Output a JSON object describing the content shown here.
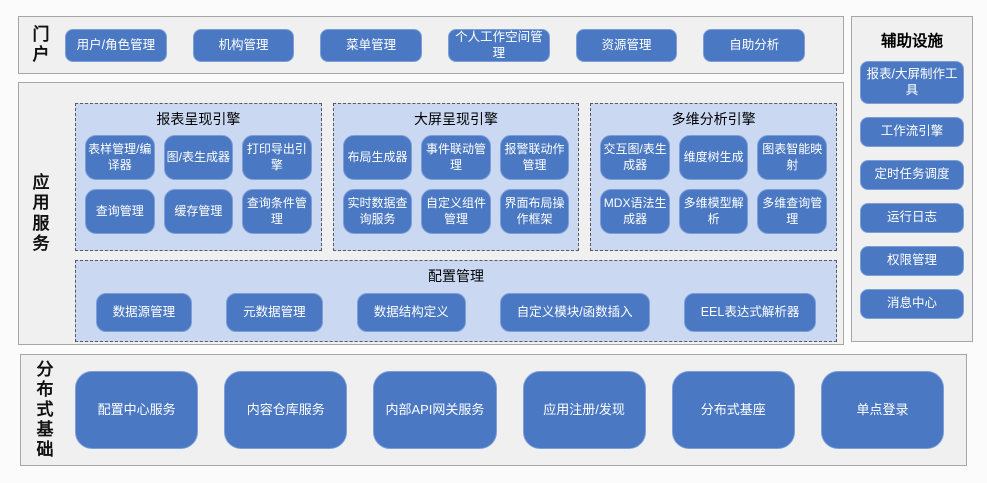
{
  "portal": {
    "label": "门户",
    "buttons": [
      "用户/角色管理",
      "机构管理",
      "菜单管理",
      "个人工作空间管理",
      "资源管理",
      "自助分析"
    ]
  },
  "app_services": {
    "label": "应用服务",
    "engines": [
      {
        "title": "报表呈现引擎",
        "items": [
          "表样管理/编译器",
          "图/表生成器",
          "打印导出引擎",
          "查询管理",
          "缓存管理",
          "查询条件管理"
        ]
      },
      {
        "title": "大屏呈现引擎",
        "items": [
          "布局生成器",
          "事件联动管理",
          "报警联动作管理",
          "实时数据查询服务",
          "自定义组件管理",
          "界面布局操作框架"
        ]
      },
      {
        "title": "多维分析引擎",
        "items": [
          "交互图/表生成器",
          "维度树生成",
          "图表智能映射",
          "MDX语法生成器",
          "多维模型解析",
          "多维查询管理"
        ]
      }
    ],
    "config": {
      "title": "配置管理",
      "items": [
        "数据源管理",
        "元数据管理",
        "数据结构定义",
        "自定义模块/函数插入",
        "EEL表达式解析器"
      ]
    }
  },
  "distributed": {
    "label": "分布式基础",
    "buttons": [
      "配置中心服务",
      "内容仓库服务",
      "内部API网关服务",
      "应用注册/发现",
      "分布式基座",
      "单点登录"
    ]
  },
  "auxiliary": {
    "label": "辅助设施",
    "buttons": [
      "报表/大屏制作工具",
      "工作流引擎",
      "定时任务调度",
      "运行日志",
      "权限管理",
      "消息中心"
    ]
  },
  "colors": {
    "button_blue": "#4a78c2",
    "button_border": "#7e9ed8",
    "engine_panel_blue": "#cad8f2",
    "section_gray": "#f0f0f0",
    "section_border": "#a6a6a6",
    "dashed_border": "#595959"
  }
}
